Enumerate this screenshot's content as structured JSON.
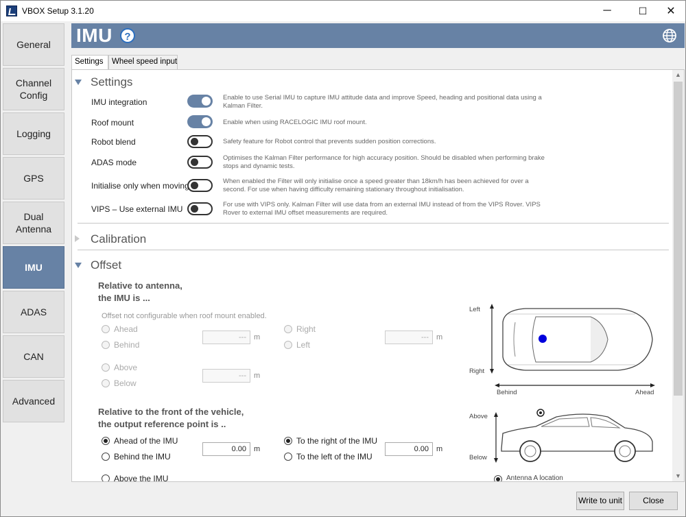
{
  "window": {
    "title": "VBOX Setup 3.1.20",
    "minimize": "─",
    "maximize": "☐",
    "close": "✕"
  },
  "nav": [
    {
      "label": "General"
    },
    {
      "label": "Channel\nConfig"
    },
    {
      "label": "Logging"
    },
    {
      "label": "GPS"
    },
    {
      "label": "Dual\nAntenna"
    },
    {
      "label": "IMU",
      "active": true
    },
    {
      "label": "ADAS"
    },
    {
      "label": "CAN"
    },
    {
      "label": "Advanced"
    }
  ],
  "header": {
    "title": "IMU",
    "help": "?",
    "icons": [
      "help-icon",
      "globe-icon"
    ]
  },
  "tabs": [
    {
      "label": "Settings",
      "active": true
    },
    {
      "label": "Wheel speed input"
    }
  ],
  "settings": {
    "title": "Settings",
    "rows": [
      {
        "label": "IMU integration",
        "on": true,
        "desc": "Enable to use Serial IMU to capture IMU attitude data and improve Speed, heading and positional data using a Kalman Filter."
      },
      {
        "label": "Roof mount",
        "on": true,
        "desc": "Enable when using RACELOGIC IMU roof mount."
      },
      {
        "label": "Robot blend",
        "on": false,
        "desc": "Safety feature for Robot control that prevents sudden position corrections."
      },
      {
        "label": "ADAS mode",
        "on": false,
        "desc": "Optimises the Kalman Filter performance for high accuracy position.  Should be disabled when performing brake stops and dynamic tests."
      },
      {
        "label": "Initialise only when moving",
        "on": false,
        "desc": "When enabled the Filter will only initialise once a speed greater than 18km/h has been achieved for over a second.  For use when having difficulty remaining stationary throughout  initialisation."
      },
      {
        "label": "VIPS – Use external IMU",
        "on": false,
        "desc": "For use with VIPS only.  Kalman Filter will use data from an external IMU instead of from the VIPS Rover.  VIPS Rover to external IMU offset measurements are required."
      }
    ]
  },
  "calibration": {
    "title": "Calibration"
  },
  "offset": {
    "title": "Offset",
    "antenna": {
      "heading_line1": "Relative to antenna,",
      "heading_line2": "the IMU is ...",
      "note": "Offset not configurable when roof mount enabled.",
      "ahead": "Ahead",
      "behind": "Behind",
      "right": "Right",
      "left": "Left",
      "above": "Above",
      "below": "Below",
      "box1": "---",
      "box2": "---",
      "box3": "---",
      "unit": "m"
    },
    "front": {
      "heading_line1": "Relative to the front of the vehicle,",
      "heading_line2": "the output reference point is ..",
      "ahead": "Ahead of the IMU",
      "behind": "Behind the IMU",
      "right": "To the right of the IMU",
      "left": "To the left of the IMU",
      "above": "Above the IMU",
      "box1": "0.00",
      "box2": "0.00",
      "unit": "m"
    },
    "diagram": {
      "left": "Left",
      "right": "Right",
      "behind": "Behind",
      "ahead": "Ahead",
      "above": "Above",
      "below": "Below",
      "antenna_location": "Antenna A location",
      "marker_color": "#0000dd"
    }
  },
  "buttons": {
    "write": "Write to unit",
    "close": "Close"
  },
  "colors": {
    "accent": "#6782a5"
  }
}
